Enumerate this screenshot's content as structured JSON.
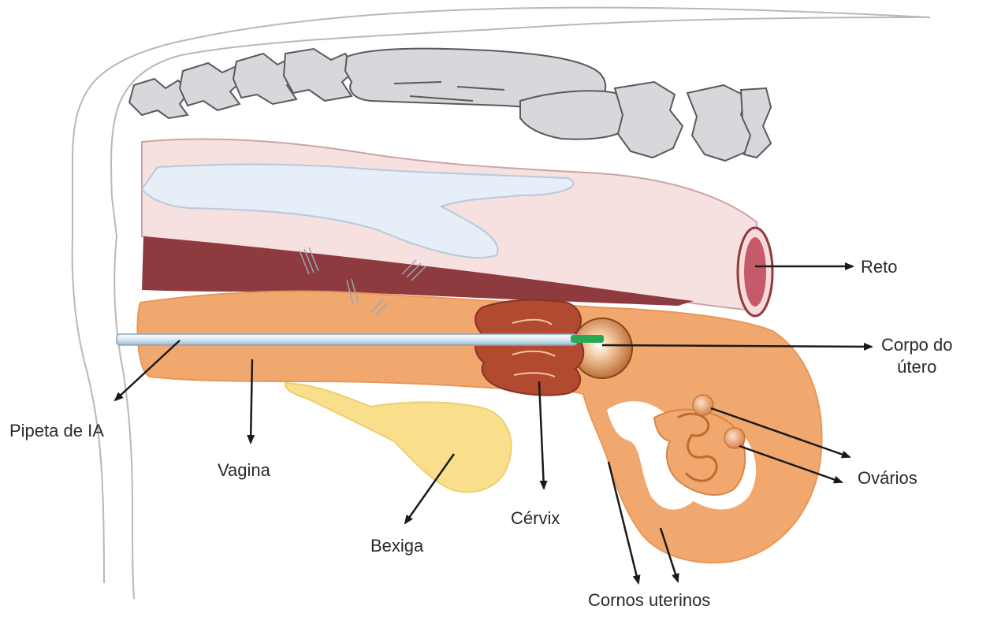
{
  "labels": {
    "reto": "Reto",
    "corpo_line1": "Corpo do",
    "corpo_line2": "útero",
    "pipeta": "Pipeta de IA",
    "vagina": "Vagina",
    "bexiga": "Bexiga",
    "cervix": "Cérvix",
    "ovarios": "Ovários",
    "cornos": "Cornos uterinos"
  },
  "colors": {
    "outline": "#b8b8b8",
    "bone_fill": "#d6d8dc",
    "rectum_fill": "#f6e1e0",
    "rectum_wall": "#8d3b3e",
    "rectum_lumen": "#c65a6a",
    "tract_fill": "#f0a86e",
    "cervix_fill": "#b24a2f",
    "bladder_fill": "#f9df8c",
    "pipette": "#d7e7f2",
    "pipette_tip": "#27a855",
    "arrow": "#1a1a1a",
    "text": "#2a2a2a"
  }
}
